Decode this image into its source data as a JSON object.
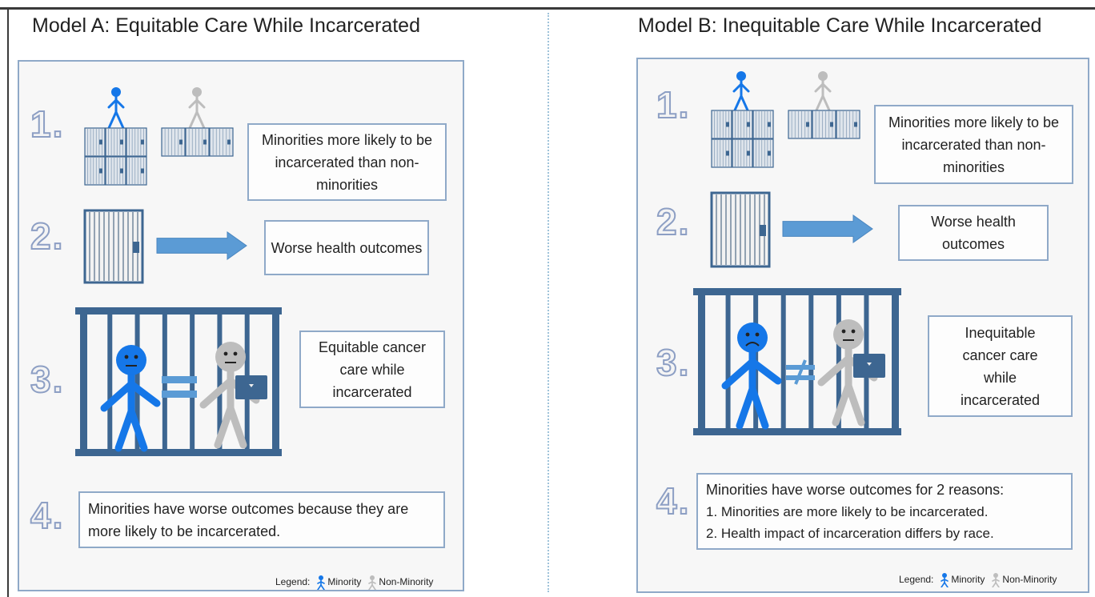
{
  "colors": {
    "minority": "#1577e8",
    "non_minority": "#bdbdbd",
    "bars": "#3d6691",
    "arrow": "#5b9bd5",
    "box_border": "#8fa9c8",
    "number_outline": "#8d9fc4",
    "panel_bg": "#f7f7f7"
  },
  "icons": [
    "stick-figure-icon",
    "cell-block-icon",
    "jail-door-icon",
    "right-arrow-icon",
    "jail-cell-icon",
    "sad-face-icon",
    "neutral-face-icon"
  ],
  "model_a": {
    "title": "Model A: Equitable Care While Incarcerated",
    "steps": [
      {
        "number": "1.",
        "text": "Minorities more likely to be incarcerated than non-minorities"
      },
      {
        "number": "2.",
        "text": "Worse health outcomes"
      },
      {
        "number": "3.",
        "text": "Equitable cancer care while incarcerated",
        "comparison_symbol": "="
      },
      {
        "number": "4.",
        "text": "Minorities have worse outcomes because they are more likely to be incarcerated."
      }
    ],
    "legend": {
      "label": "Legend:",
      "minority": "Minority",
      "non_minority": "Non-Minority"
    }
  },
  "model_b": {
    "title": "Model B: Inequitable Care While Incarcerated",
    "steps": [
      {
        "number": "1.",
        "text": "Minorities more likely to be incarcerated than non-minorities"
      },
      {
        "number": "2.",
        "text": "Worse health outcomes"
      },
      {
        "number": "3.",
        "text": "Inequitable cancer care while incarcerated",
        "comparison_symbol": "≠"
      },
      {
        "number": "4.",
        "text": "Minorities have worse outcomes for 2 reasons:",
        "reasons": [
          "1.  Minorities are more likely to be incarcerated.",
          "2.  Health impact of incarceration differs by race."
        ]
      }
    ],
    "legend": {
      "label": "Legend:",
      "minority": "Minority",
      "non_minority": "Non-Minority"
    }
  }
}
